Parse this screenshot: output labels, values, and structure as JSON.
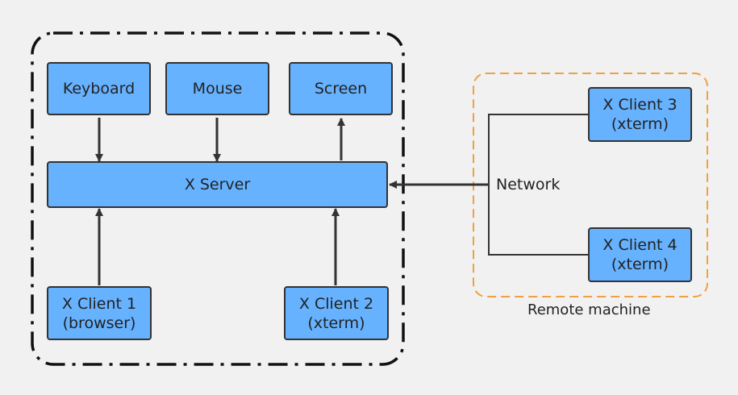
{
  "nodes": {
    "keyboard": [
      "Keyboard"
    ],
    "mouse": [
      "Mouse"
    ],
    "screen": [
      "Screen"
    ],
    "x_server": [
      "X Server"
    ],
    "x_client_1": [
      "X Client 1",
      "(browser)"
    ],
    "x_client_2": [
      "X Client 2",
      "(xterm)"
    ],
    "x_client_3": [
      "X Client 3",
      "(xterm)"
    ],
    "x_client_4": [
      "X Client 4",
      "(xterm)"
    ]
  },
  "labels": {
    "network": "Network",
    "remote_machine": "Remote machine"
  },
  "colors": {
    "node_fill": "#66b2ff",
    "node_border": "#333333",
    "local_group_border": "#111111",
    "remote_group_border": "#f0a040",
    "background": "#f1f1f1",
    "edge": "#333333"
  }
}
